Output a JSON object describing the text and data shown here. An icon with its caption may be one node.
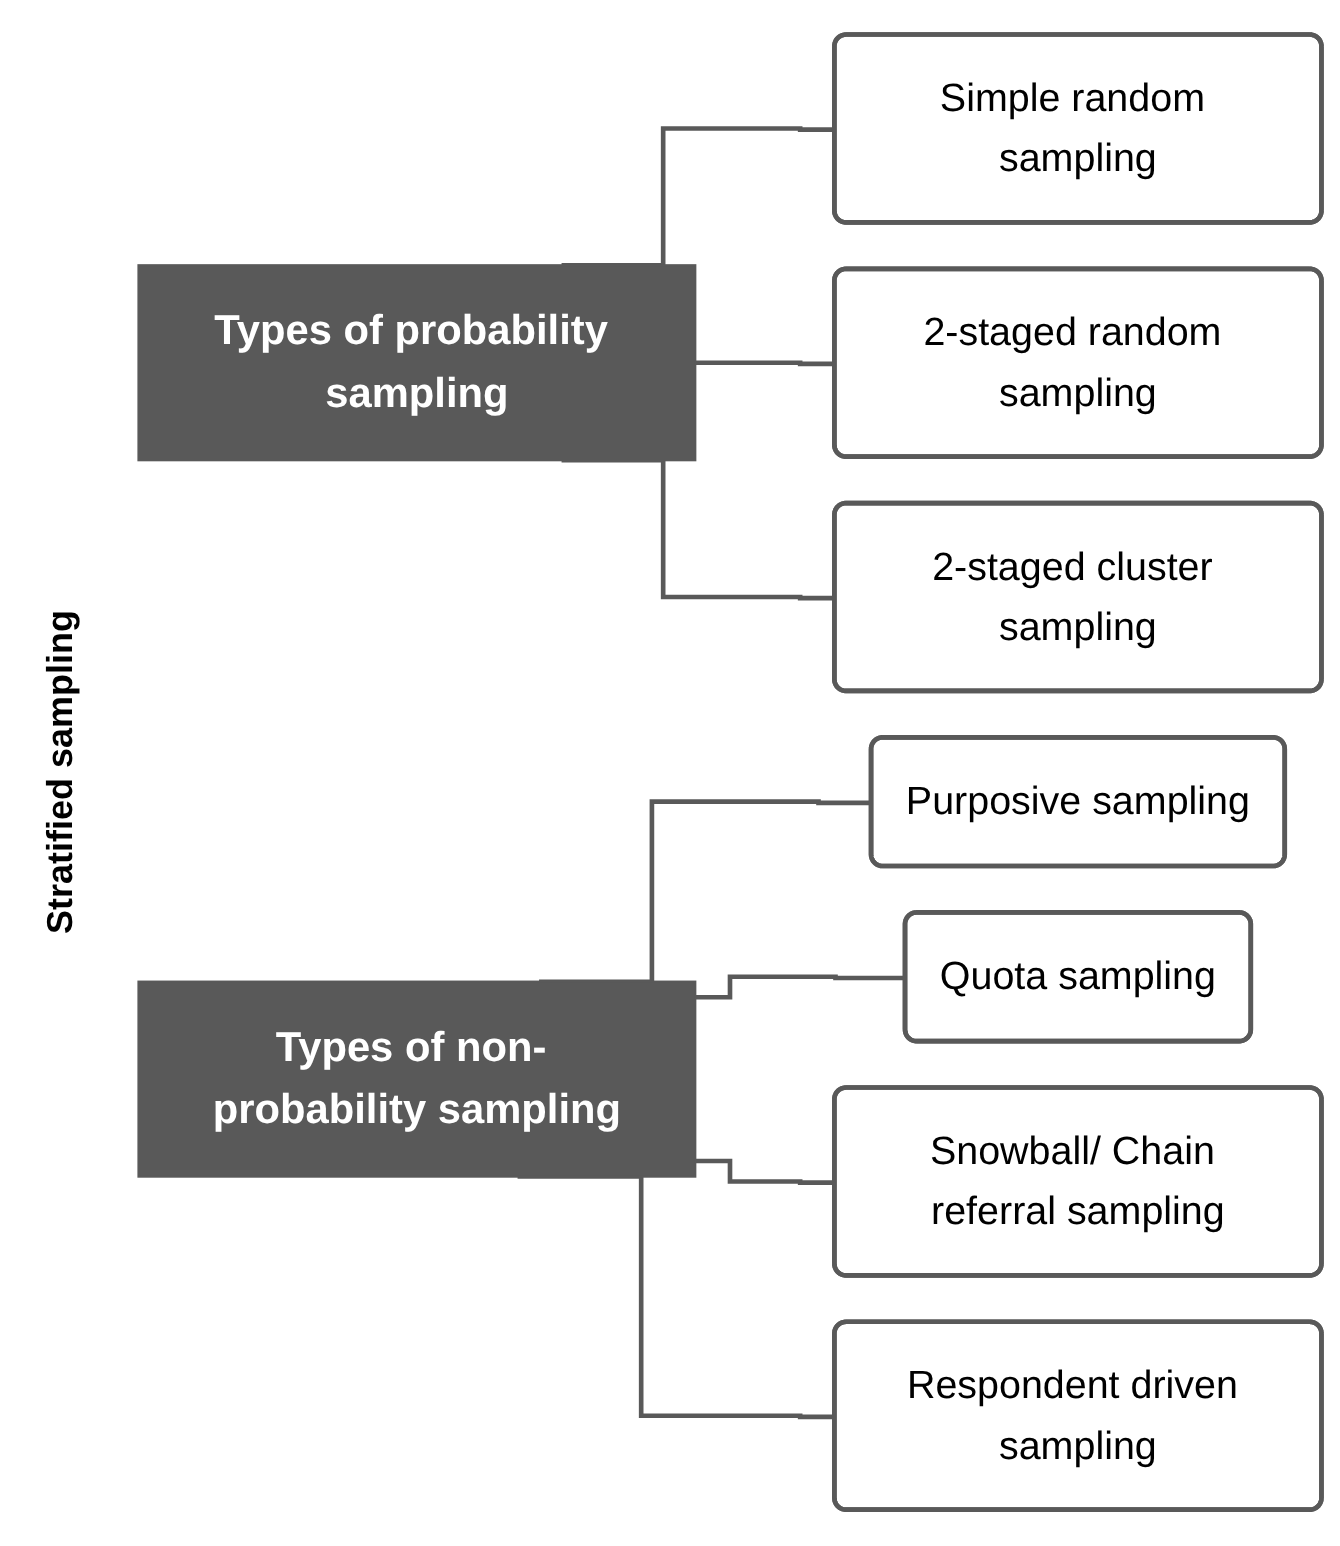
{
  "diagram": {
    "nodes": [
      {
        "text": [
          "Types of probability sampling"
        ]
      },
      {
        "text": [
          "Simple random sampling"
        ]
      },
      {
        "text": [
          "2-staged random sampling"
        ]
      },
      {
        "text": [
          "2-staged cluster sampling"
        ]
      },
      {
        "text": [
          "Types of non- probability sampling"
        ]
      },
      {
        "text": [
          "Purposive sampling"
        ]
      },
      {
        "text": [
          "Quota sampling"
        ]
      },
      {
        "text": [
          "Snowball/ Chain referral sampling"
        ]
      },
      {
        "text": [
          "Respondent driven sampling"
        ]
      }
    ],
    "edges": [
      {
        "from": 0,
        "to": 1,
        "arrow": "none"
      },
      {
        "from": 0,
        "to": 2,
        "arrow": "none"
      },
      {
        "from": 0,
        "to": 3,
        "arrow": "none"
      },
      {
        "from": 4,
        "to": 5,
        "arrow": "none"
      },
      {
        "from": 4,
        "to": 6,
        "arrow": "none"
      },
      {
        "from": 4,
        "to": 7,
        "arrow": "none"
      },
      {
        "from": 4,
        "to": 8,
        "arrow": "none"
      }
    ],
    "labels": [
      "Stratified sampling"
    ]
  }
}
